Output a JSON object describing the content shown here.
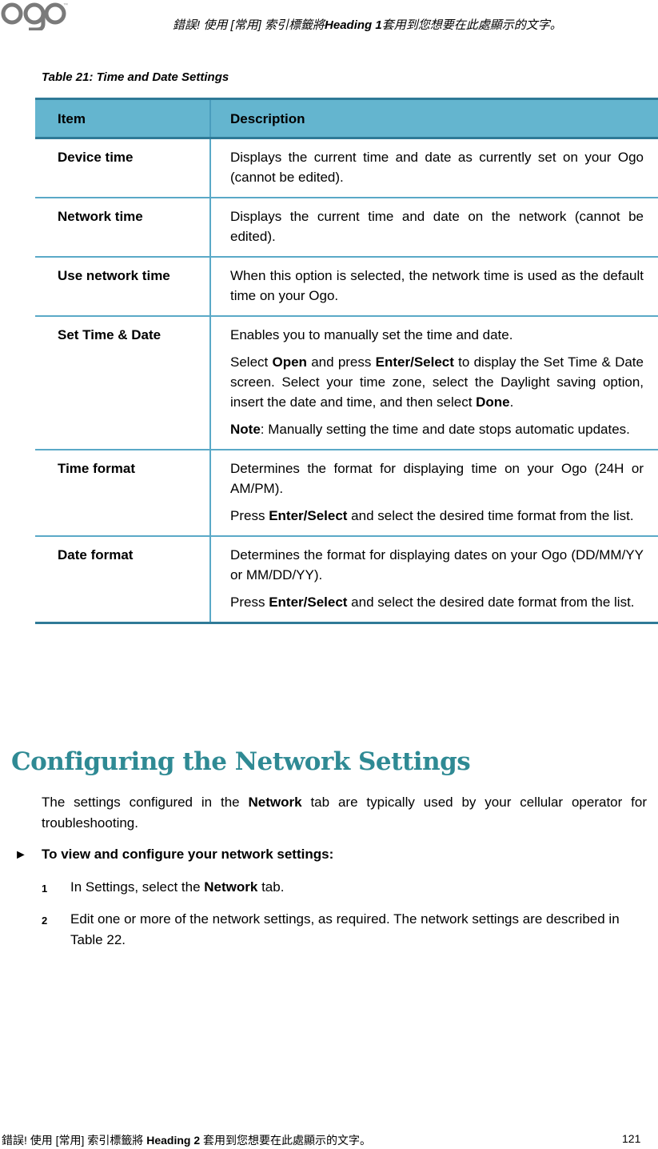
{
  "logo": {
    "text": "ogo",
    "trademark": "™",
    "color": "#7a7a7a"
  },
  "header": {
    "prefix": "錯誤! 使用 [常用] 索引標籤將",
    "heading": "Heading 1",
    "suffix": "套用到您想要在此處顯示的文字。"
  },
  "table_caption": "Table 21: Time and Date Settings",
  "table": {
    "headers": [
      "Item",
      "Description"
    ],
    "rows": [
      {
        "item": "Device time",
        "paragraphs": [
          {
            "runs": [
              {
                "t": "Displays the current time and date as currently set on your Ogo (cannot be edited)."
              }
            ]
          }
        ]
      },
      {
        "item": "Network time",
        "paragraphs": [
          {
            "runs": [
              {
                "t": "Displays the current time and date on the network (cannot be edited)."
              }
            ]
          }
        ]
      },
      {
        "item": "Use network time",
        "paragraphs": [
          {
            "runs": [
              {
                "t": "When this option is selected, the network time is used as the default time on your Ogo."
              }
            ]
          }
        ]
      },
      {
        "item": "Set Time & Date",
        "paragraphs": [
          {
            "runs": [
              {
                "t": "Enables you to manually set the time and date."
              }
            ]
          },
          {
            "runs": [
              {
                "t": "Select "
              },
              {
                "t": "Open",
                "b": true
              },
              {
                "t": " and press "
              },
              {
                "t": "Enter/Select",
                "b": true
              },
              {
                "t": " to display the Set Time & Date screen. Select your time zone, select the Daylight saving option, insert the date and time, and then select "
              },
              {
                "t": "Done",
                "b": true
              },
              {
                "t": "."
              }
            ]
          },
          {
            "runs": [
              {
                "t": "Note",
                "b": true
              },
              {
                "t": ": Manually setting the time and date stops automatic updates."
              }
            ]
          }
        ]
      },
      {
        "item": "Time format",
        "paragraphs": [
          {
            "runs": [
              {
                "t": "Determines the format for displaying time on your Ogo (24H or AM/PM)."
              }
            ]
          },
          {
            "runs": [
              {
                "t": "Press "
              },
              {
                "t": "Enter/Select",
                "b": true
              },
              {
                "t": " and select the desired time format from the list."
              }
            ]
          }
        ]
      },
      {
        "item": "Date format",
        "paragraphs": [
          {
            "runs": [
              {
                "t": "Determines the format for displaying dates on your Ogo (DD/MM/YY or MM/DD/YY)."
              }
            ]
          },
          {
            "runs": [
              {
                "t": "Press "
              },
              {
                "t": "Enter/Select",
                "b": true
              },
              {
                "t": " and select the desired date format from the list."
              }
            ]
          }
        ]
      }
    ]
  },
  "section_title": "Configuring the Network Settings",
  "intro": {
    "runs": [
      {
        "t": "The settings configured in the "
      },
      {
        "t": "Network",
        "b": true
      },
      {
        "t": " tab are typically used by your cellular operator for troubleshooting."
      }
    ]
  },
  "procedure": {
    "marker": "►",
    "title": "To view and configure your network settings:"
  },
  "steps": [
    {
      "num": "1",
      "runs": [
        {
          "t": "In Settings, select the "
        },
        {
          "t": "Network",
          "b": true
        },
        {
          "t": " tab."
        }
      ]
    },
    {
      "num": "2",
      "runs": [
        {
          "t": "Edit one or more of the network settings, as required. The network settings are described in Table 22."
        }
      ]
    }
  ],
  "footer": {
    "prefix": "錯誤! 使用 [常用] 索引標籤將",
    "heading": "Heading 2",
    "suffix": "套用到您想要在此處顯示的文字。",
    "page_number": "121"
  }
}
